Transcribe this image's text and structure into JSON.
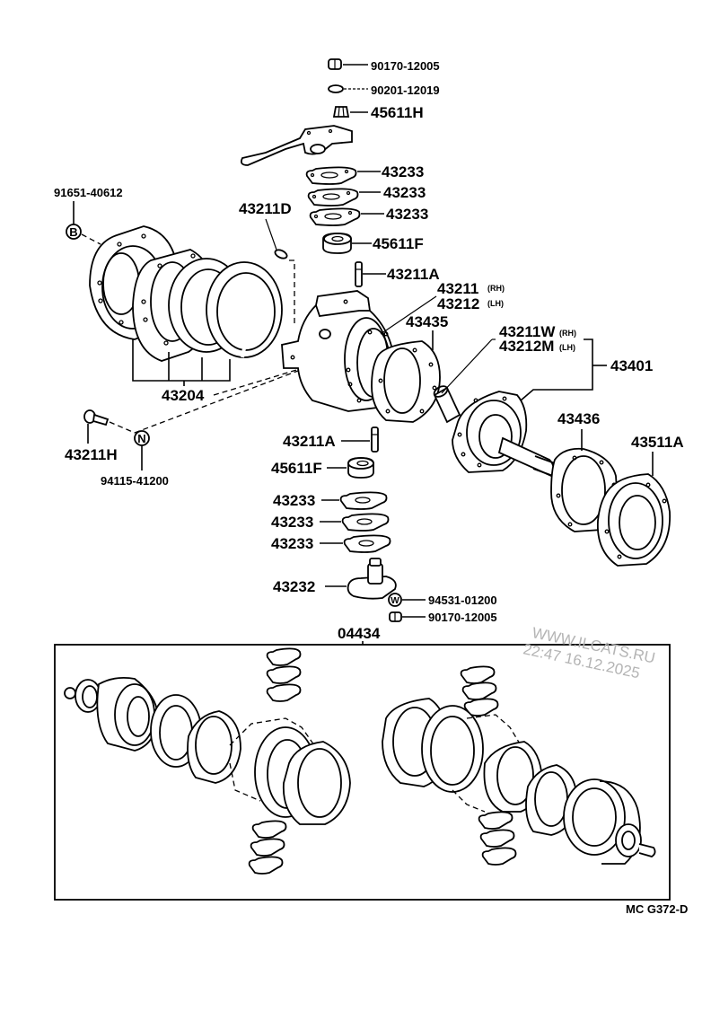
{
  "diagram": {
    "title_code": "MC G372-D",
    "kit_label": "04434",
    "watermark": {
      "line1": "WWW.ILCATS.RU",
      "line2": "22:47 16.12.2025"
    },
    "callouts": {
      "nut_top": "90170-12005",
      "washer_top": "90201-12019",
      "cone_top": "45611H",
      "shim_1": "43233",
      "shim_2": "43233",
      "shim_3": "43233",
      "bearing_top": "45611F",
      "pin_top": "43211A",
      "cap_bolt": "43211D",
      "knuckle_rh": "43211",
      "knuckle_rh_side": "(RH)",
      "knuckle_lh": "43212",
      "knuckle_lh_side": "(LH)",
      "gasket_knuckle": "43435",
      "spindle_rh": "43211W",
      "spindle_rh_side": "(RH)",
      "spindle_lh": "43212M",
      "spindle_lh_side": "(LH)",
      "spindle_assy": "43401",
      "gasket_spindle": "43436",
      "dust_seal": "43511A",
      "bolt_left": "91651-40612",
      "bolt_left_badge": "B",
      "seal_set": "43204",
      "stud_left": "43211H",
      "nut_left": "94115-41200",
      "nut_left_badge": "N",
      "pin_bottom": "43211A",
      "bearing_bottom": "45611F",
      "shim_b1": "43233",
      "shim_b2": "43233",
      "shim_b3": "43233",
      "cap_bottom": "43232",
      "washer_bottom": "94531-01200",
      "washer_bottom_badge": "W",
      "nut_bottom": "90170-12005"
    }
  }
}
